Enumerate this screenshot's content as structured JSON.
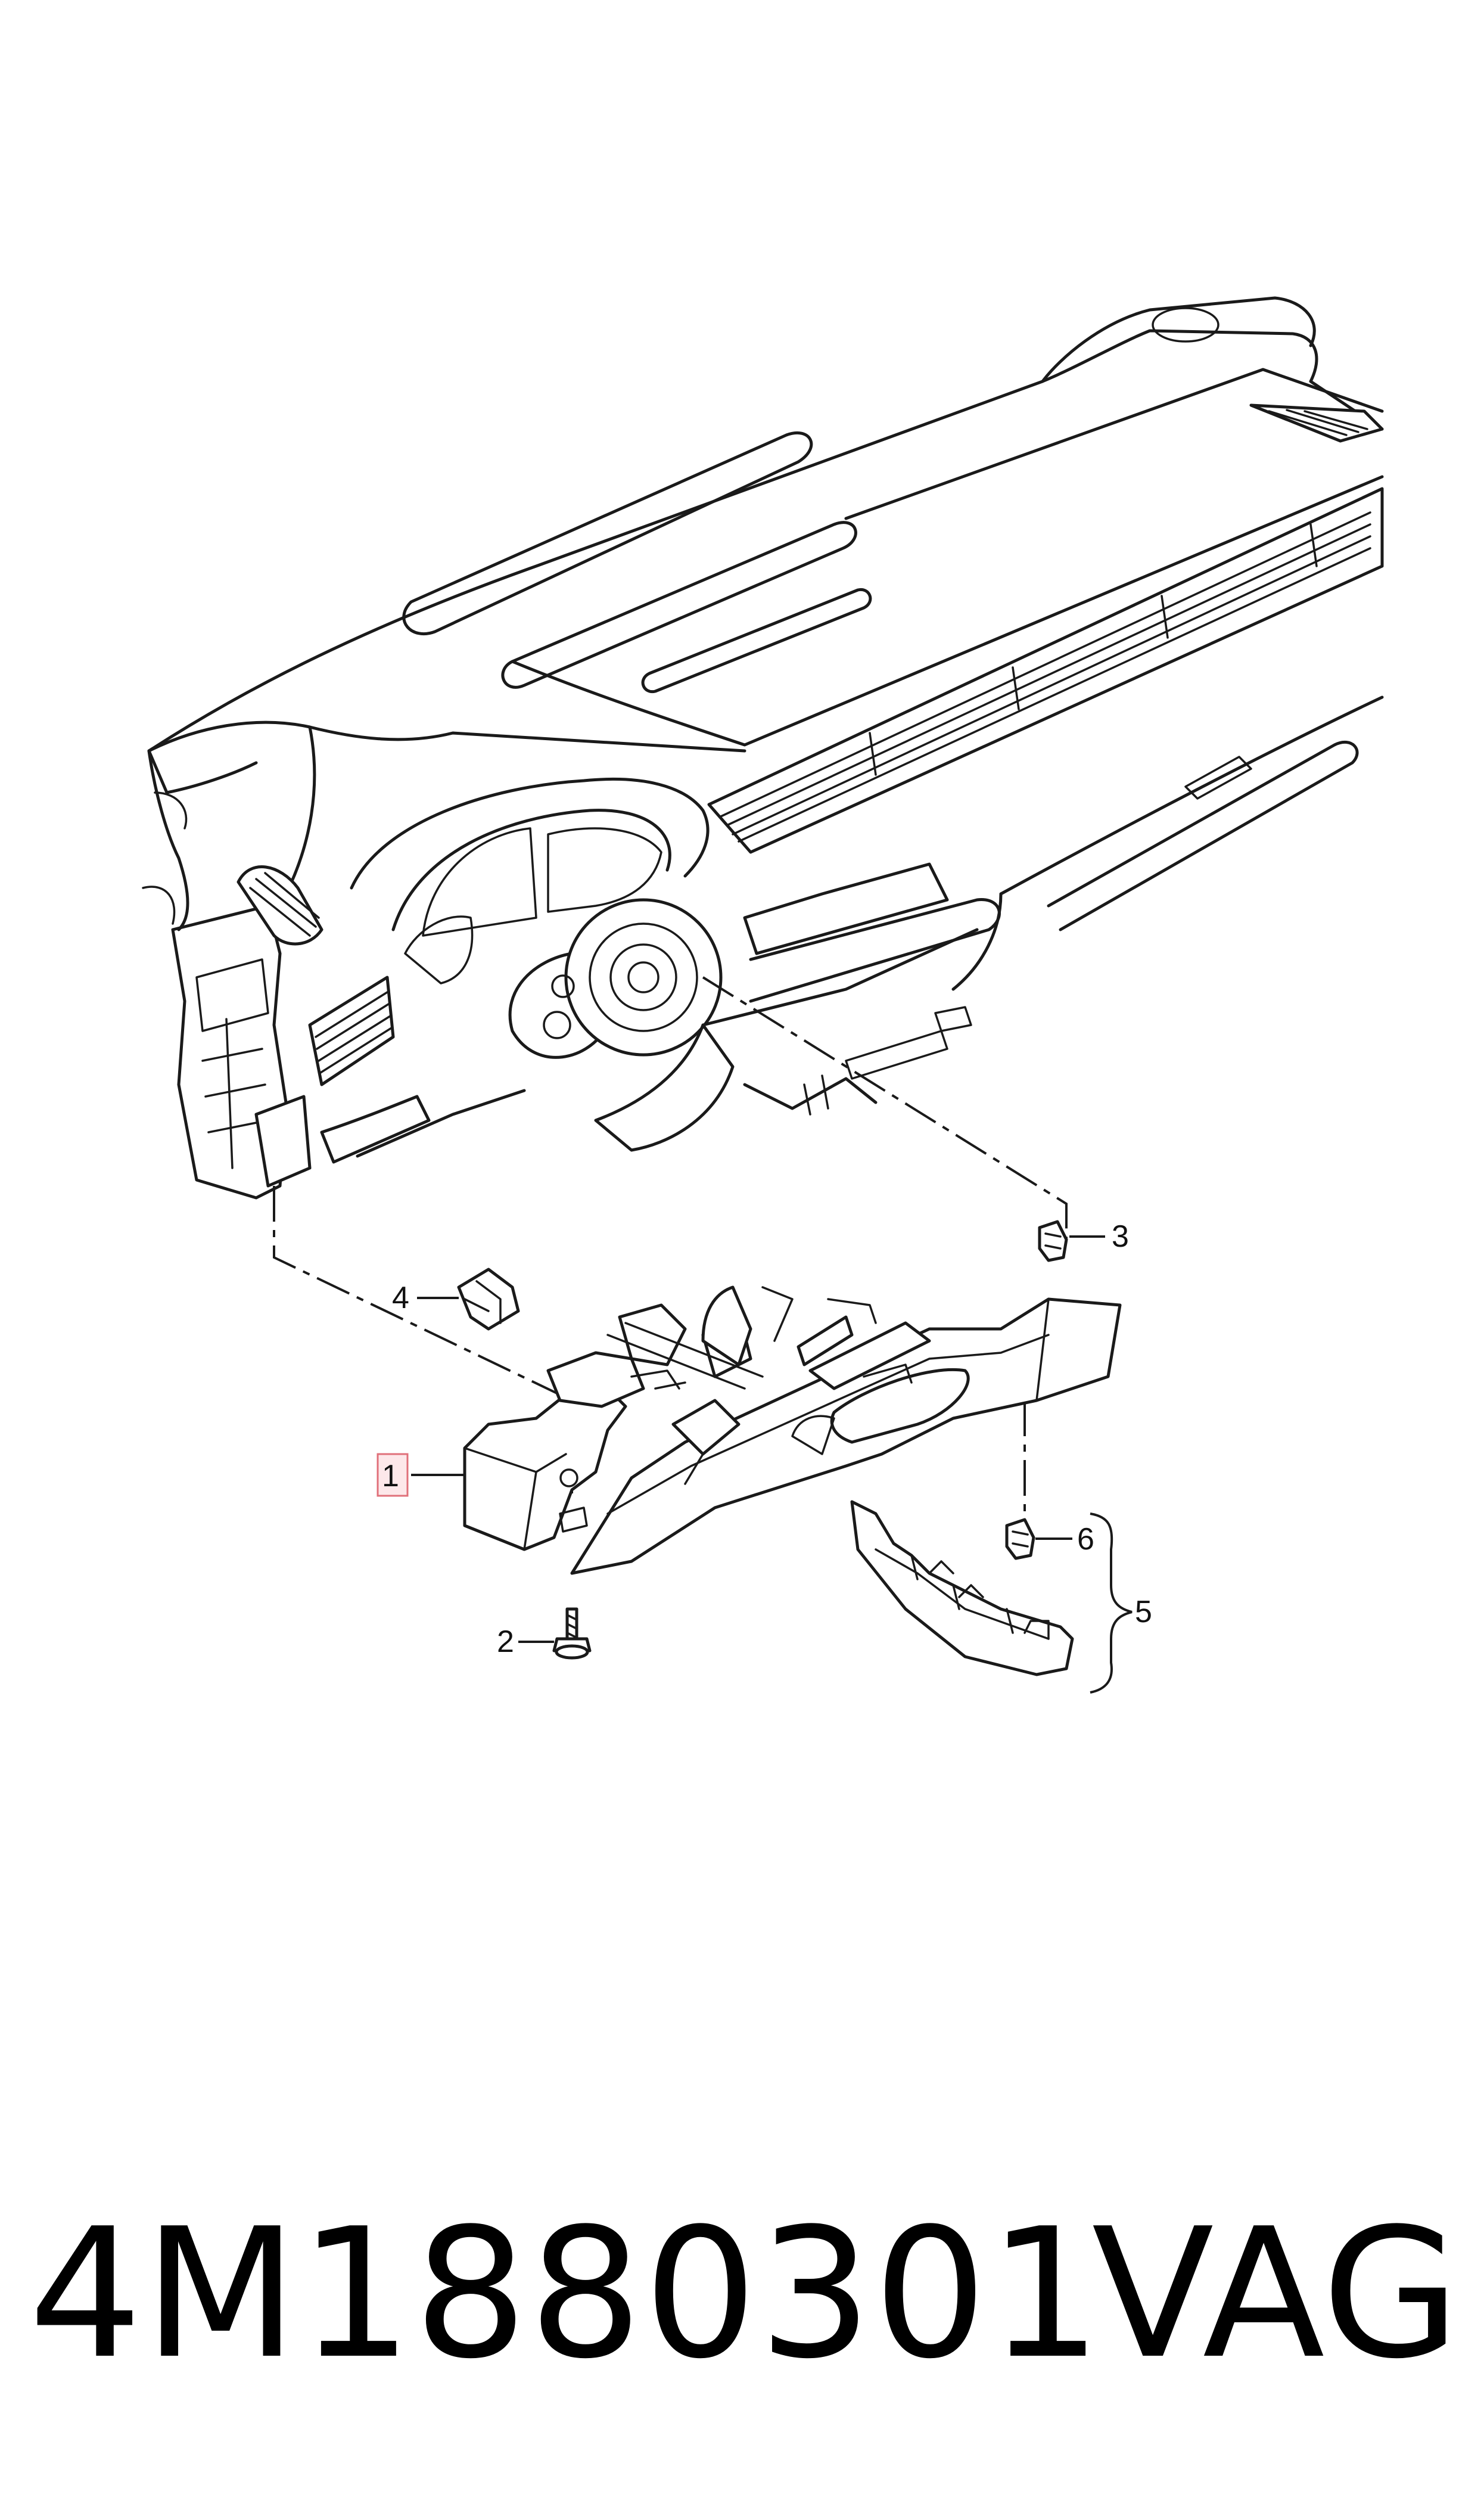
{
  "diagram": {
    "callouts": [
      {
        "id": "1",
        "label": "1",
        "highlighted": true
      },
      {
        "id": "2",
        "label": "2",
        "highlighted": false
      },
      {
        "id": "3",
        "label": "3",
        "highlighted": false
      },
      {
        "id": "4",
        "label": "4",
        "highlighted": false
      },
      {
        "id": "5",
        "label": "5",
        "highlighted": false
      },
      {
        "id": "6",
        "label": "6",
        "highlighted": false
      }
    ],
    "highlight_color": "#e0707a"
  },
  "footer": {
    "part_number": "4M1880301",
    "brand": "VAG"
  }
}
